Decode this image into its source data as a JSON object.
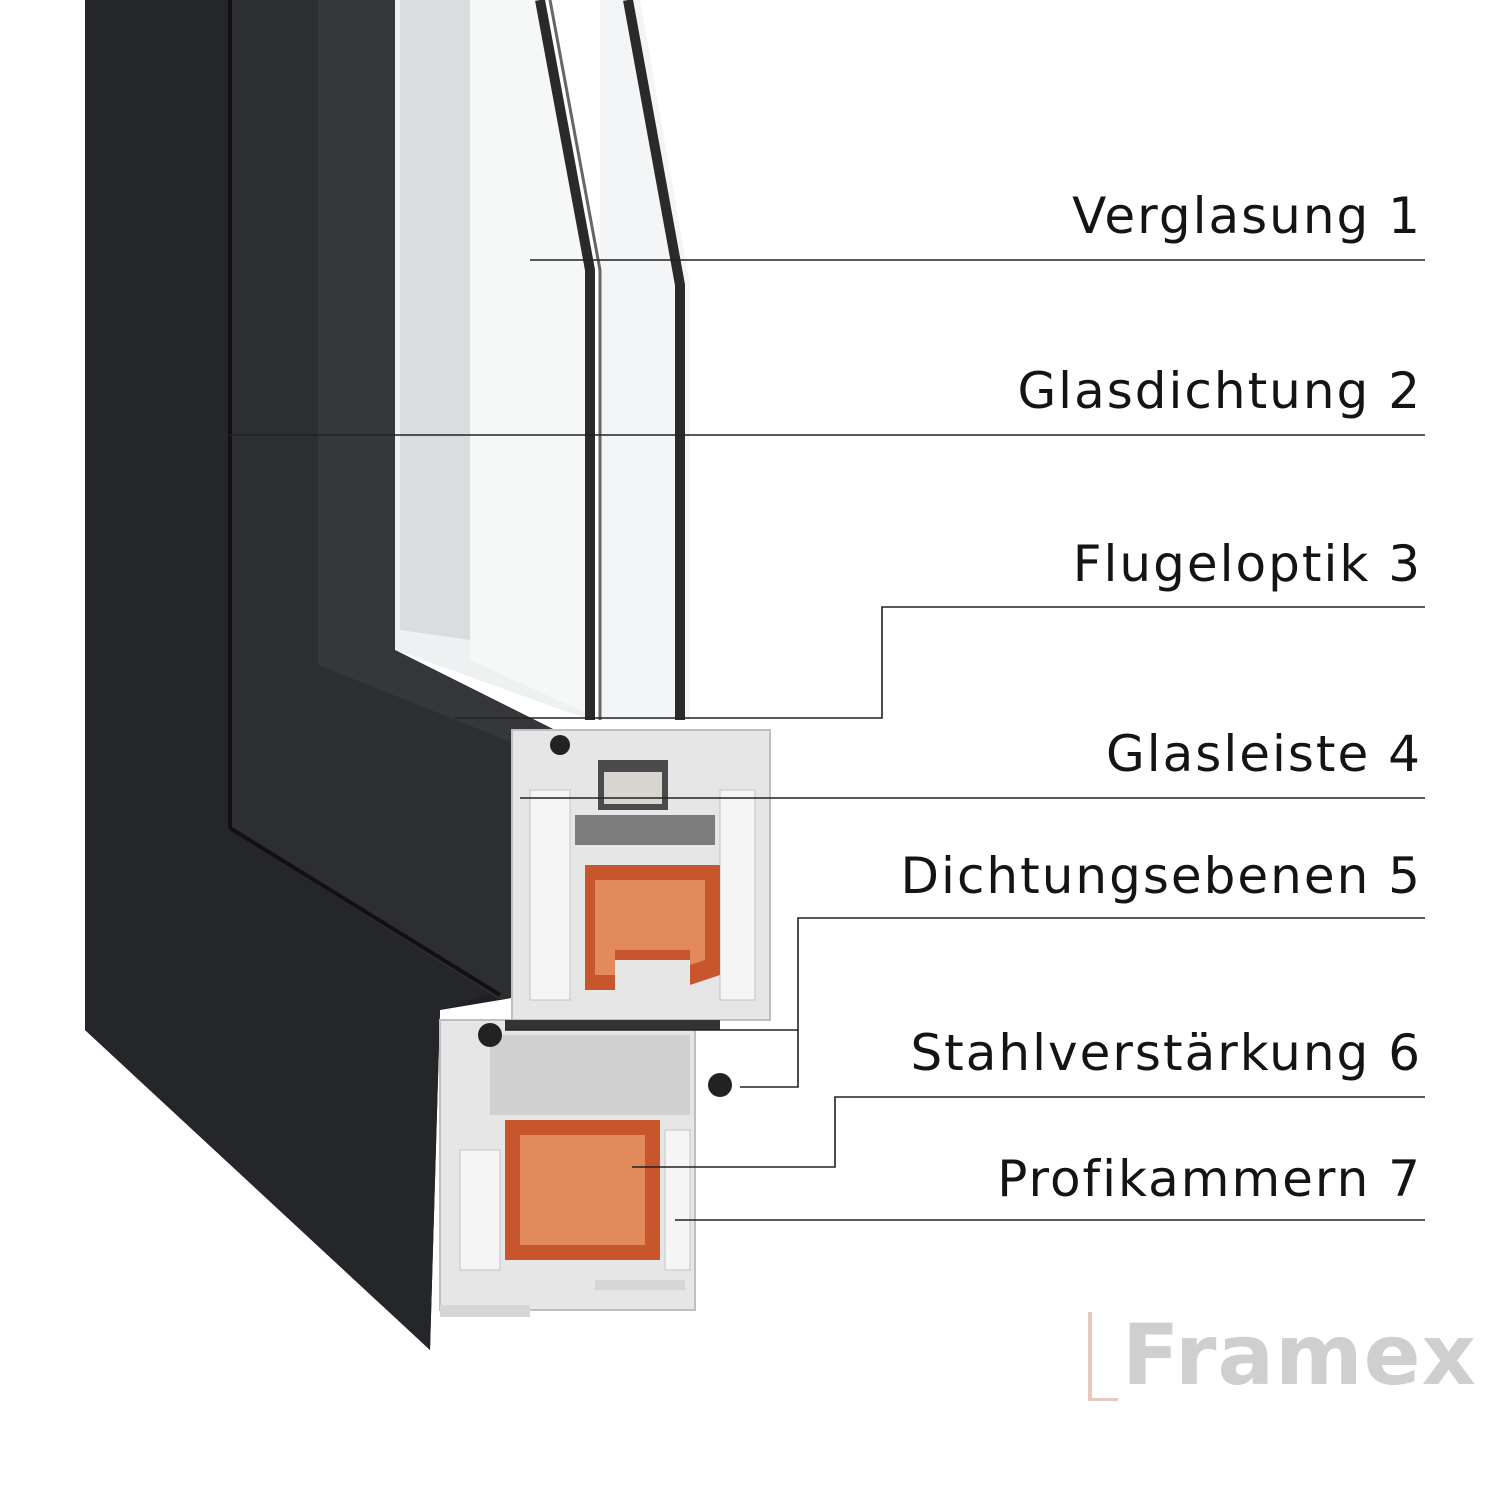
{
  "labels": [
    {
      "text": "Verglasung  1"
    },
    {
      "text": "Glasdichtung  2"
    },
    {
      "text": "Flugeloptik 3"
    },
    {
      "text": "Glasleiste 4"
    },
    {
      "text": "Dichtungsebenen  5"
    },
    {
      "text": "Stahlverstärkung  6"
    },
    {
      "text": "Profikammern 7"
    }
  ],
  "brand": {
    "name": "Framex"
  },
  "colors": {
    "frame": "#232427",
    "frame_light": "#3a3b3e",
    "pvc": "#e4e4e4",
    "steel": "#c8562c",
    "glass": "#f0f3f4",
    "leader": "#222222"
  }
}
